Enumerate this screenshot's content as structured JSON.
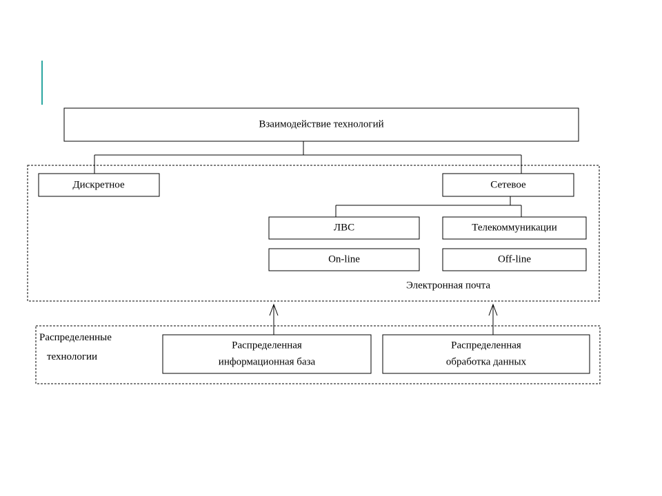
{
  "accent_color": "#2aa6a0",
  "nodes": {
    "root": "Взаимодействие технологий",
    "discrete": "Дискретное",
    "network": "Сетевое",
    "lan": "ЛВС",
    "telecom": "Телекоммуникации",
    "online": "On-line",
    "offline": "Off-line",
    "email": "Электронная почта",
    "distributed_group": [
      "Распределенные",
      "технологии"
    ],
    "dist_db": [
      "Распределенная",
      "информационная база"
    ],
    "dist_processing": [
      "Распределенная",
      "обработка данных"
    ]
  },
  "edges": [
    {
      "from": "root",
      "to": "discrete"
    },
    {
      "from": "root",
      "to": "network"
    },
    {
      "from": "network",
      "to": "lan"
    },
    {
      "from": "network",
      "to": "telecom"
    },
    {
      "from": "dist_db",
      "to": "network-group"
    },
    {
      "from": "dist_processing",
      "to": "network-group"
    }
  ]
}
